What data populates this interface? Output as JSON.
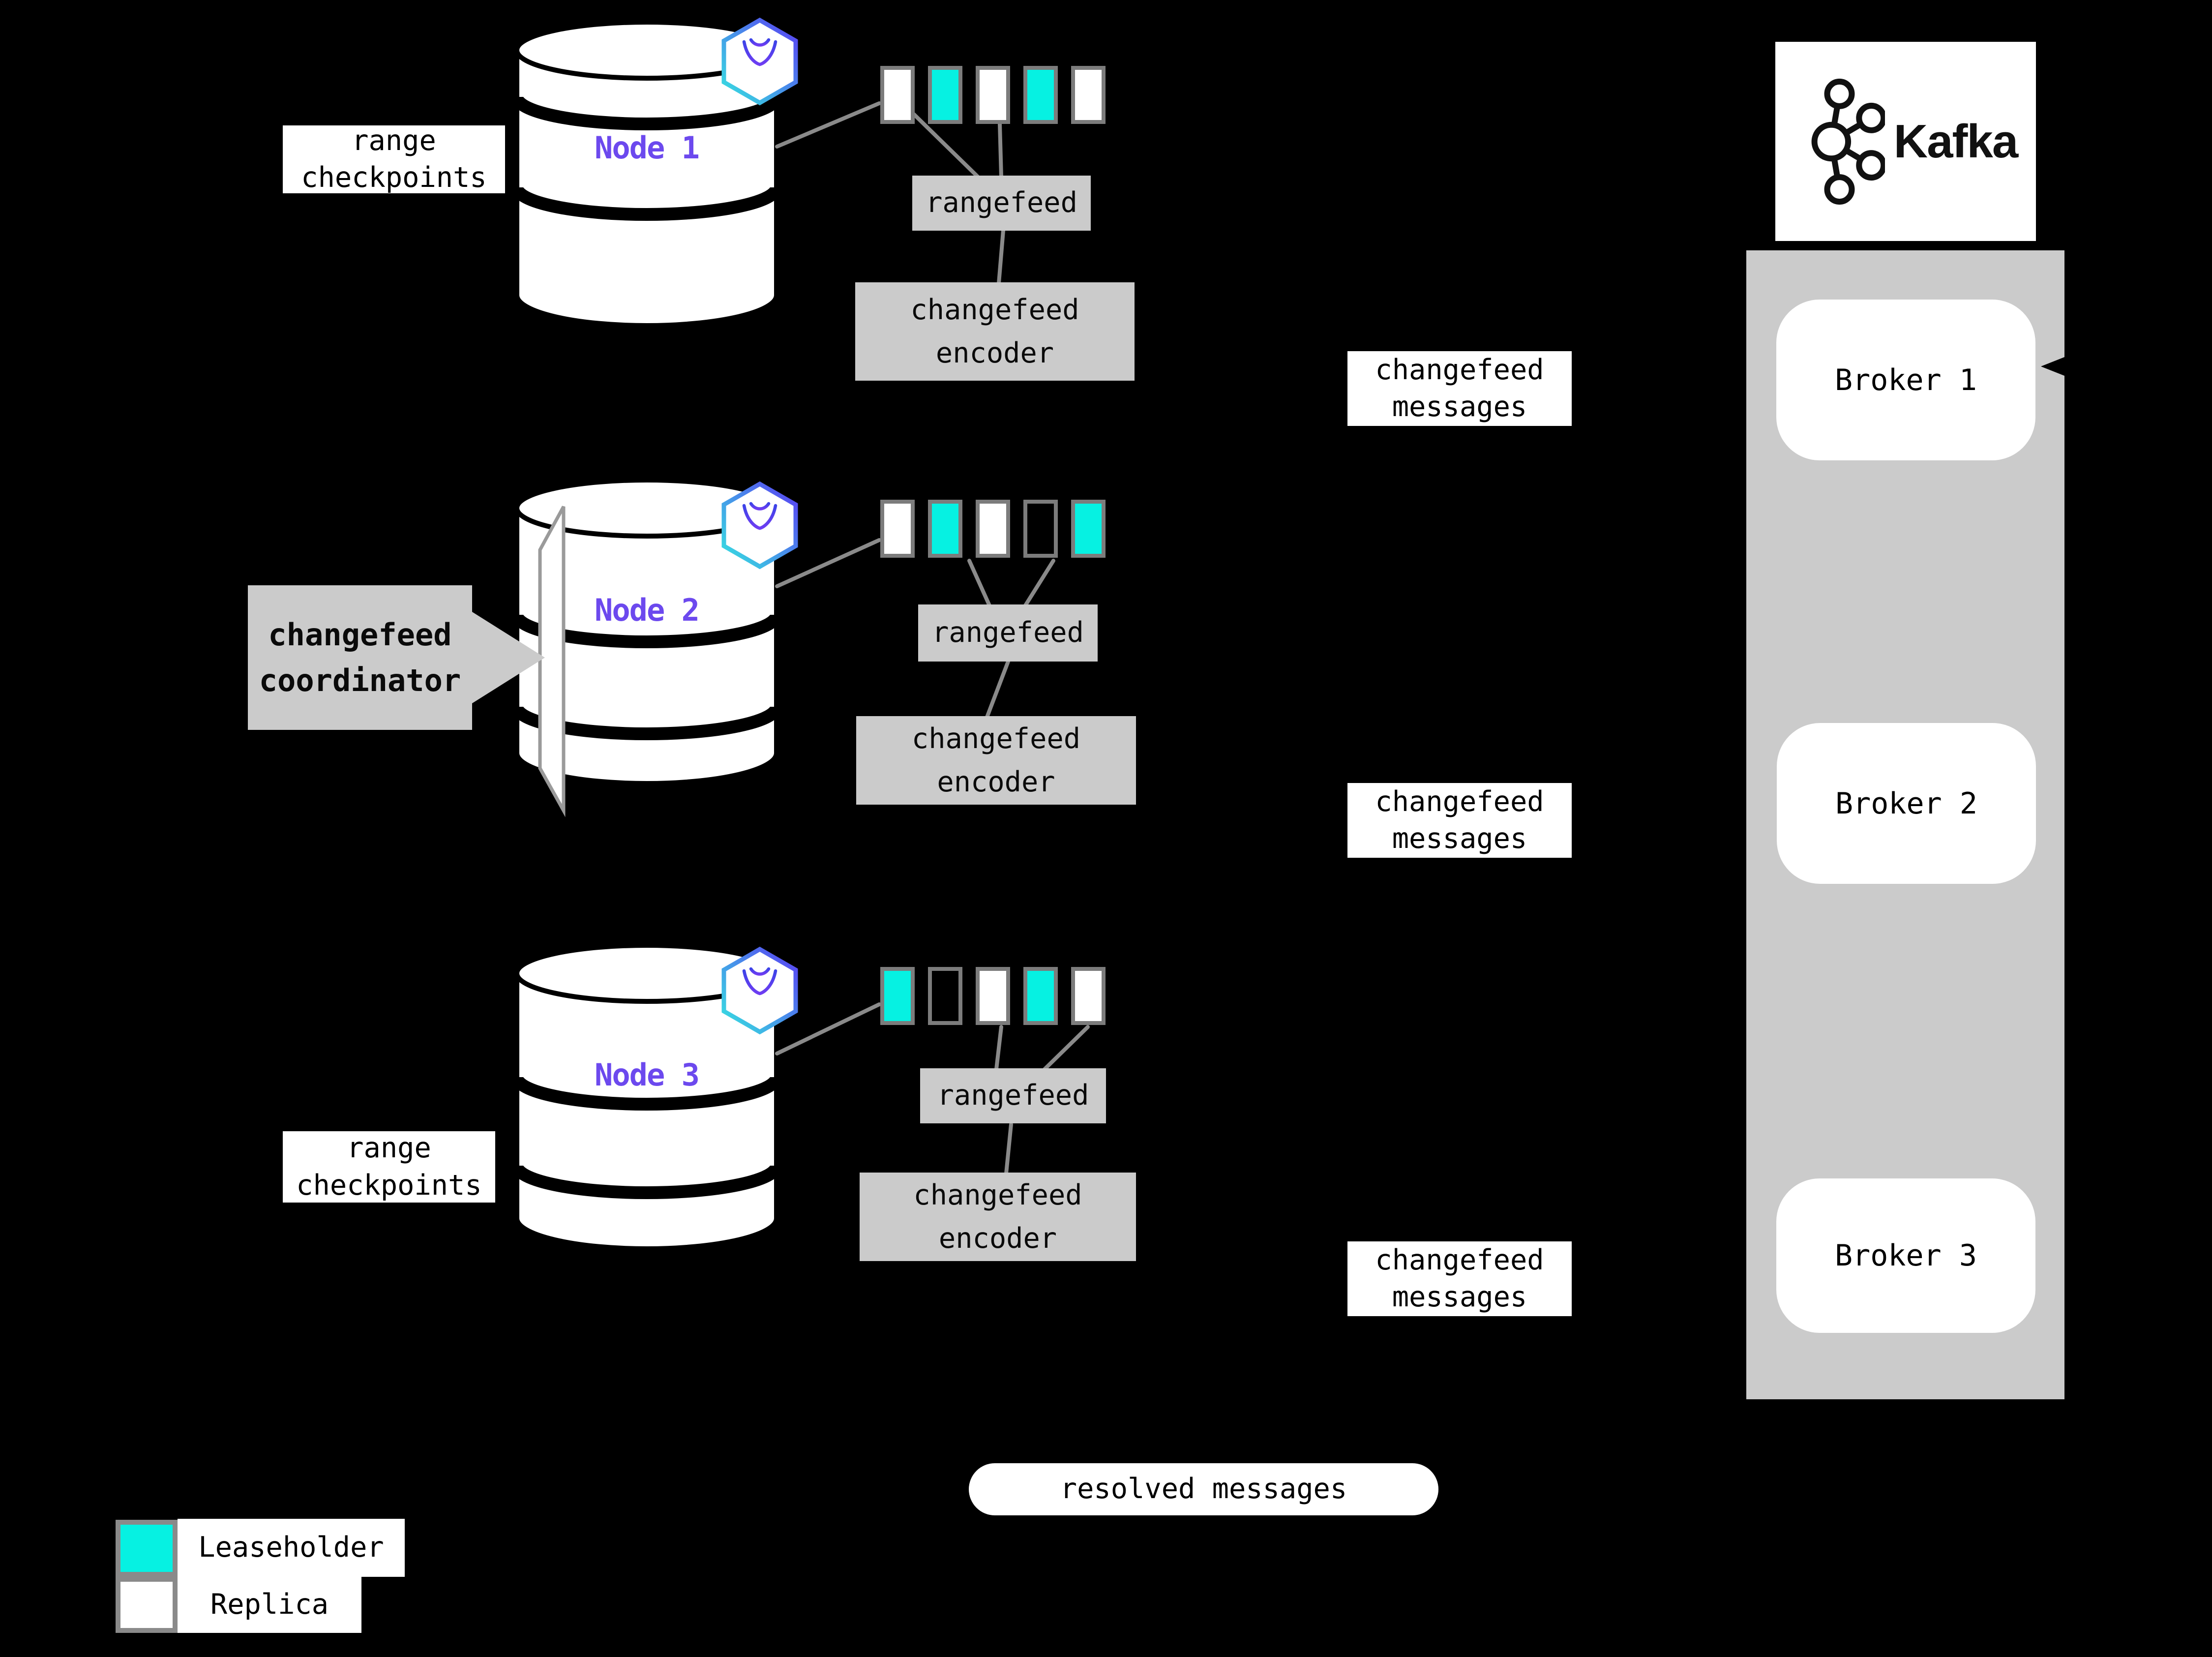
{
  "colors": {
    "background": "#000000",
    "leaseholder_cyan": "#06f1e2",
    "replica_white": "#ffffff",
    "panel_gray": "#cbcbcb",
    "connector_gray": "#8a8a8a",
    "node_label_purple": "#6c49ee",
    "range_border_gray": "#7c7c7c"
  },
  "nodes": [
    {
      "name": "Node 1",
      "checkpoints_label": "range checkpoints",
      "ranges": [
        "replica",
        "leaseholder",
        "replica",
        "leaseholder",
        "replica"
      ],
      "rangefeed_label": "rangefeed",
      "encoder_label": "changefeed encoder",
      "messages_label": "changefeed messages"
    },
    {
      "name": "Node 2",
      "coordinator_label": "changefeed coordinator",
      "ranges": [
        "replica",
        "leaseholder",
        "replica",
        "empty",
        "leaseholder"
      ],
      "rangefeed_label": "rangefeed",
      "encoder_label": "changefeed encoder",
      "messages_label": "changefeed messages"
    },
    {
      "name": "Node 3",
      "checkpoints_label": "range checkpoints",
      "ranges": [
        "leaseholder",
        "empty",
        "replica",
        "leaseholder",
        "replica"
      ],
      "rangefeed_label": "rangefeed",
      "encoder_label": "changefeed encoder",
      "messages_label": "changefeed messages"
    }
  ],
  "kafka": {
    "logo_text": "Kafka",
    "brokers": [
      {
        "label": "Broker 1"
      },
      {
        "label": "Broker 2"
      },
      {
        "label": "Broker 3"
      }
    ]
  },
  "resolved_label": "resolved messages",
  "legend": [
    {
      "label": "Leaseholder",
      "type": "leaseholder"
    },
    {
      "label": "Replica",
      "type": "replica"
    }
  ]
}
